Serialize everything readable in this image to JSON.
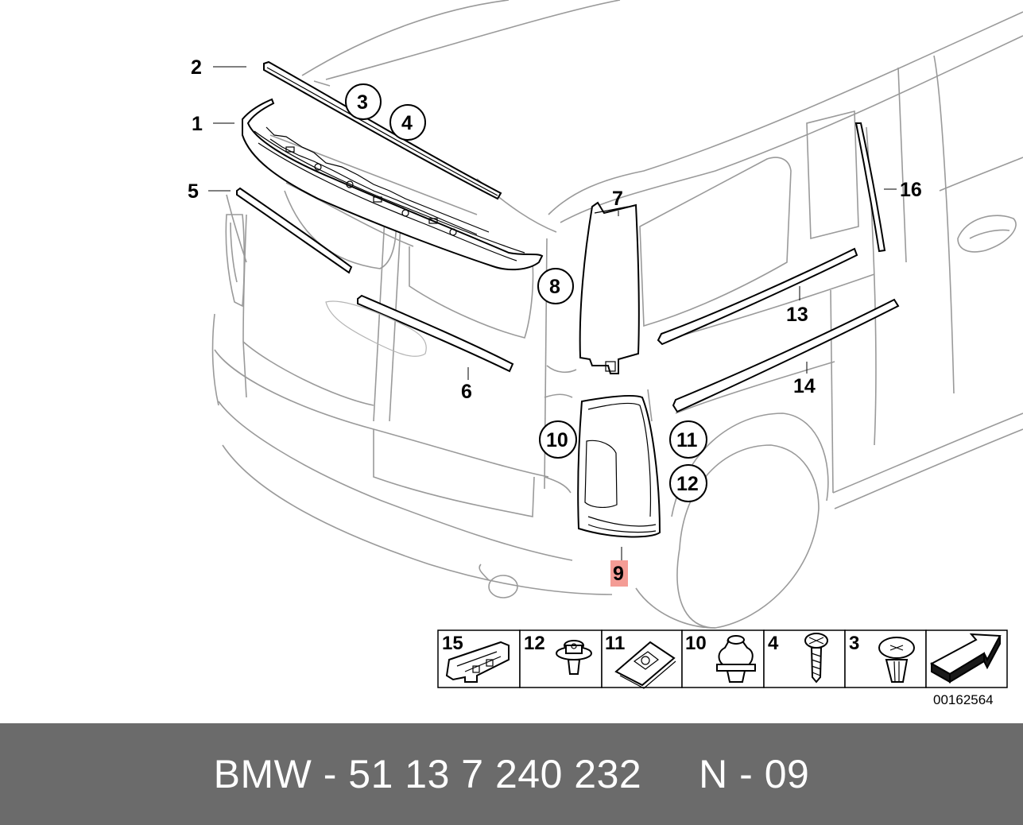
{
  "callouts": {
    "c1": "1",
    "c2": "2",
    "c3": "3",
    "c4": "4",
    "c5": "5",
    "c6": "6",
    "c7": "7",
    "c8": "8",
    "c9": "9",
    "c10": "10",
    "c11": "11",
    "c12": "12",
    "c13": "13",
    "c14": "14",
    "c16": "16"
  },
  "legend": {
    "items": [
      {
        "number": "15",
        "icon": "clip-holder-icon"
      },
      {
        "number": "12",
        "icon": "expanding-rivet-icon"
      },
      {
        "number": "11",
        "icon": "clip-nut-icon"
      },
      {
        "number": "10",
        "icon": "expanding-nut-icon"
      },
      {
        "number": "4",
        "icon": "screw-icon"
      },
      {
        "number": "3",
        "icon": "plastic-rivet-icon"
      },
      {
        "number": "",
        "icon": "direction-arrow-icon"
      }
    ]
  },
  "diagram_ref": "00162564",
  "footer": {
    "text": "BMW - 51 13 7 240 232     N - 09"
  },
  "colors": {
    "highlight": "#f28b82",
    "footer_bg": "#6b6b6b",
    "footer_text": "#ffffff"
  }
}
